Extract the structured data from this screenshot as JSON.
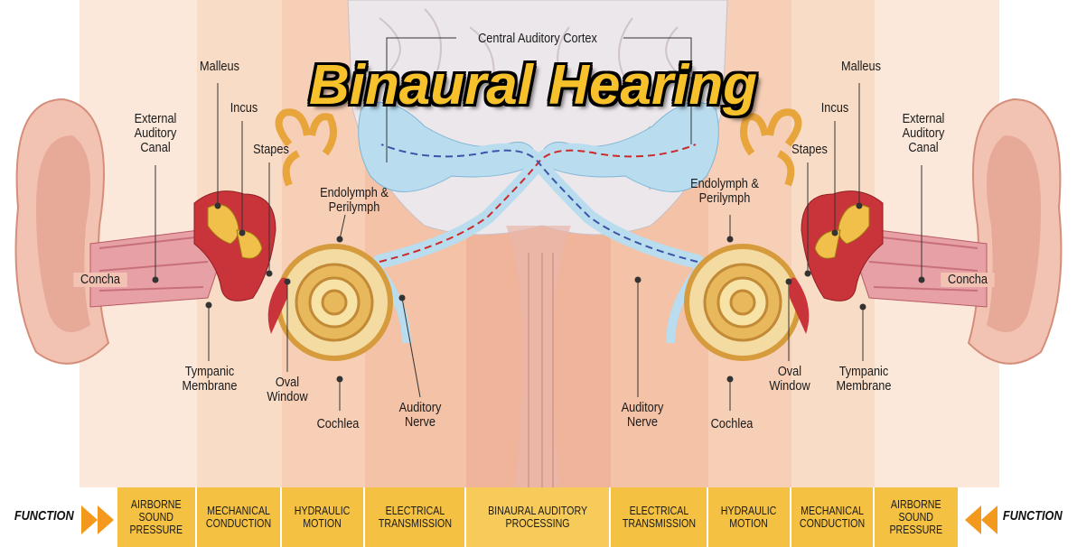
{
  "title": "Binaural Hearing",
  "labels": {
    "central_cortex": "Central Auditory Cortex",
    "malleus": "Malleus",
    "incus": "Incus",
    "stapes": "Stapes",
    "external_canal": "External\nAuditory\nCanal",
    "endolymph": "Endolymph &\nPerilymph",
    "concha": "Concha",
    "tympanic": "Tympanic\nMembrane",
    "oval_window": "Oval\nWindow",
    "cochlea": "Cochlea",
    "auditory_nerve": "Auditory\nNerve"
  },
  "function_bar": {
    "label": "FUNCTION",
    "cells": [
      "AIRBORNE\nSOUND\nPRESSURE",
      "MECHANICAL\nCONDUCTION",
      "HYDRAULIC\nMOTION",
      "ELECTRICAL\nTRANSMISSION",
      "BINAURAL AUDITORY\nPROCESSING",
      "ELECTRICAL\nTRANSMISSION",
      "HYDRAULIC\nMOTION",
      "MECHANICAL\nCONDUCTION",
      "AIRBORNE\nSOUND\nPRESSURE"
    ]
  },
  "colors": {
    "band_airborne": "#fbe8da",
    "band_mechanical": "#f9dcc6",
    "band_hydraulic": "#f6cfb6",
    "band_electrical": "#f3c2a7",
    "band_binaural": "#f0b49b",
    "function_cell": "#f4c142",
    "arrow": "#f39a1e",
    "title_fill": "#f6c12b"
  }
}
